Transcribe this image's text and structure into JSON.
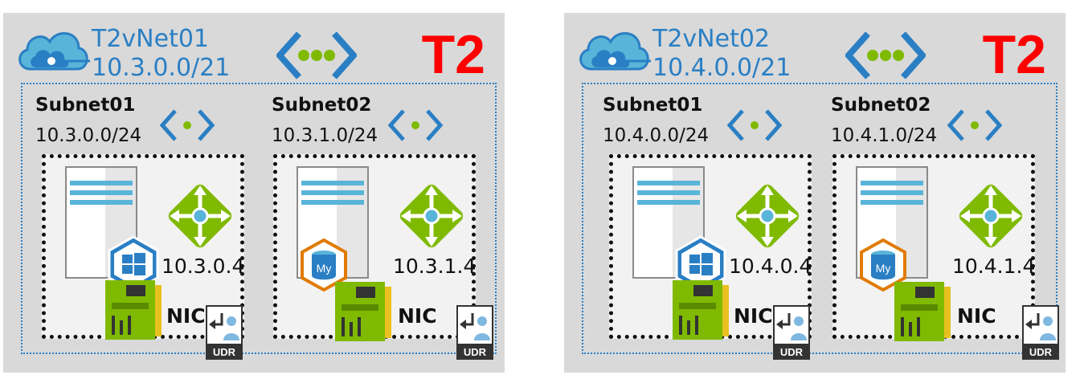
{
  "vnets": [
    {
      "name": "T2vNet01",
      "cidr": "10.3.0.0/21",
      "tier": "T2",
      "subnets": [
        {
          "name": "Subnet01",
          "cidr": "10.3.0.0/24",
          "ip": "10.3.0.4",
          "os_icon": "windows-icon",
          "nic_label": "NIC",
          "udr_label": "UDR"
        },
        {
          "name": "Subnet02",
          "cidr": "10.3.1.0/24",
          "ip": "10.3.1.4",
          "os_icon": "mysql-icon",
          "os_text": "My",
          "nic_label": "NIC",
          "udr_label": "UDR"
        }
      ]
    },
    {
      "name": "T2vNet02",
      "cidr": "10.4.0.0/21",
      "tier": "T2",
      "subnets": [
        {
          "name": "Subnet01",
          "cidr": "10.4.0.0/24",
          "ip": "10.4.0.4",
          "os_icon": "windows-icon",
          "nic_label": "NIC",
          "udr_label": "UDR"
        },
        {
          "name": "Subnet02",
          "cidr": "10.4.1.0/24",
          "ip": "10.4.1.4",
          "os_icon": "mysql-icon",
          "os_text": "My",
          "nic_label": "NIC",
          "udr_label": "UDR"
        }
      ]
    }
  ],
  "colors": {
    "azure_blue": "#2a7fc4",
    "tier_red": "#ff0000",
    "gateway_green": "#7fba00",
    "nic_green": "#7fba00",
    "panel_gray": "#d9d9d9"
  }
}
